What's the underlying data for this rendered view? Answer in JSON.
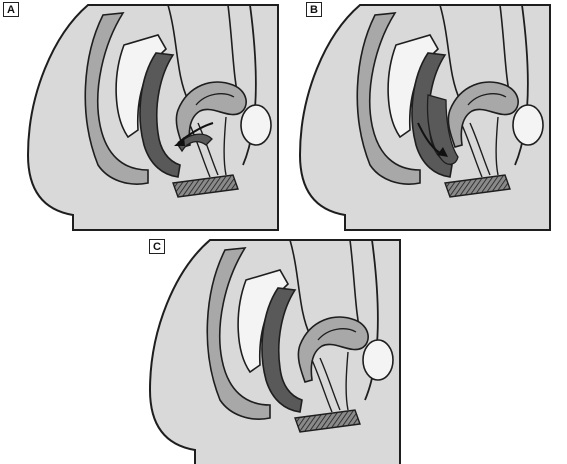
{
  "panels": [
    {
      "id": "a",
      "label": "A",
      "variant": "rectocele"
    },
    {
      "id": "b",
      "label": "B",
      "variant": "enterocele"
    },
    {
      "id": "c",
      "label": "C",
      "variant": "normal"
    }
  ],
  "palette": {
    "body_fill": "#d9d9d9",
    "muscle_fill": "#a8a8a8",
    "organ_dark": "#595959",
    "organ_light": "#f4f4f4",
    "outline": "#1e1e1e",
    "background": "#ffffff"
  }
}
